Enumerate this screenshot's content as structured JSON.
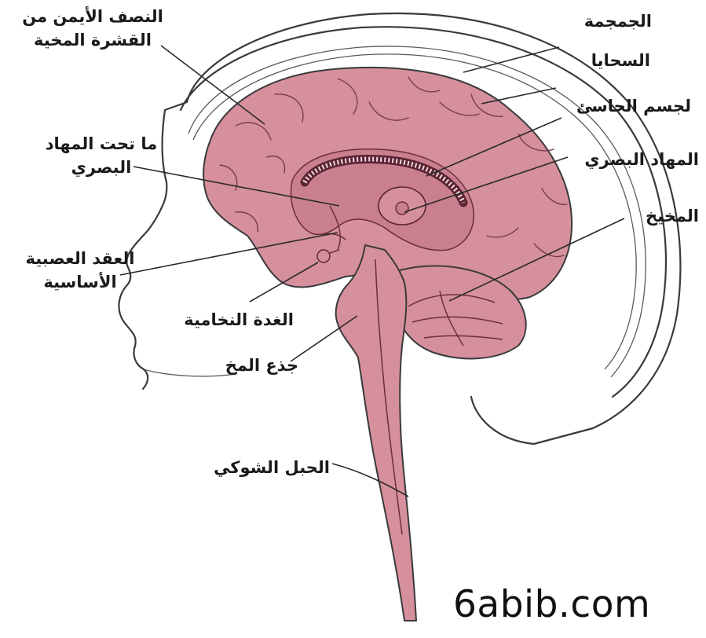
{
  "labels": {
    "cortex_right_half_line1": "النصف الأيمن من",
    "cortex_right_half_line2": "القشرة المخية",
    "skull": "الجمجمة",
    "meninges": "السحايا",
    "corpus_callosum": "لجسم الجاسئ",
    "hypothalamus_line1": "ما تحت المهاد",
    "hypothalamus_line2": "البصري",
    "thalamus": "المهاد البصري",
    "cerebellum": "المخيخ",
    "basal_ganglia_line1": "العقد العصبية",
    "basal_ganglia_line2": "الأساسية",
    "pituitary": "الغدة النخامية",
    "brainstem": "جذع المخ",
    "spinal_cord": "الحبل الشوكي"
  },
  "watermark": "6abib.com",
  "colors": {
    "brain_fill": "#d68f9d",
    "brain_deep_fill": "#c97f8e",
    "outline": "#3a3a3a",
    "background": "#ffffff"
  }
}
